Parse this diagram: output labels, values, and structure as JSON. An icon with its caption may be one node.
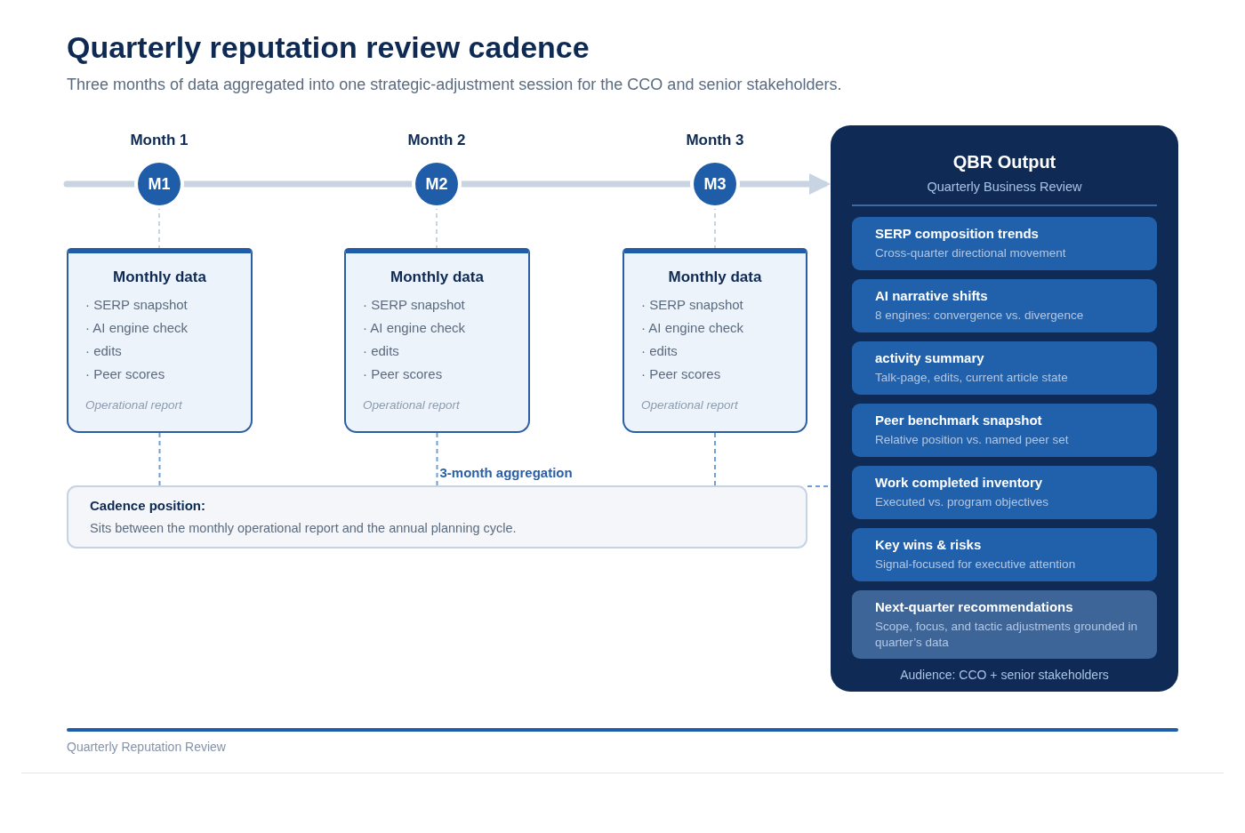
{
  "diagram": {
    "title": "Quarterly reputation review cadence",
    "caption": "Three months of data aggregated into one strategic-adjustment session for the CCO and senior stakeholders.",
    "nodes": [
      {
        "text": [
          "M1"
        ],
        "beside": [
          "Month 1"
        ]
      },
      {
        "text": [
          "M2"
        ],
        "beside": [
          "Month 2"
        ]
      },
      {
        "text": [
          "M3"
        ],
        "beside": [
          "Month 3"
        ]
      },
      {
        "text": [
          "Monthly data",
          "· SERP snapshot",
          "· AI engine check",
          "· edits",
          "· Peer scores",
          "Operational report"
        ]
      },
      {
        "text": [
          "Monthly data",
          "· SERP snapshot",
          "· AI engine check",
          "· edits",
          "· Peer scores",
          "Operational report"
        ]
      },
      {
        "text": [
          "Monthly data",
          "· SERP snapshot",
          "· AI engine check",
          "· edits",
          "· Peer scores",
          "Operational report"
        ]
      },
      {
        "text": [
          "Cadence position:",
          "Sits between the monthly operational report and the annual planning cycle."
        ]
      },
      {
        "text": [
          "QBR Output",
          "Quarterly Business Review",
          "Audience: CCO + senior stakeholders"
        ]
      },
      {
        "text": [
          "SERP composition trends",
          "Cross-quarter directional movement"
        ],
        "in": 7
      },
      {
        "text": [
          "AI narrative shifts",
          "8 engines: convergence vs. divergence"
        ],
        "in": 7
      },
      {
        "text": [
          "activity summary",
          "Talk-page, edits, current article state"
        ],
        "in": 7
      },
      {
        "text": [
          "Peer benchmark snapshot",
          "Relative position vs. named peer set"
        ],
        "in": 7
      },
      {
        "text": [
          "Work completed inventory",
          "Executed vs. program objectives"
        ],
        "in": 7
      },
      {
        "text": [
          "Key wins & risks",
          "Signal-focused for executive attention"
        ],
        "in": 7
      },
      {
        "text": [
          "Next-quarter recommendations",
          "Scope, focus, and tactic adjustments grounded in quarter’s data"
        ],
        "in": 7
      }
    ],
    "edges": [
      {
        "from": null,
        "to": 0,
        "arrow": "none",
        "style": "thick"
      },
      {
        "from": 0,
        "to": 1,
        "arrow": "none",
        "style": "thick"
      },
      {
        "from": 1,
        "to": 2,
        "arrow": "none",
        "style": "thick"
      },
      {
        "from": 2,
        "to": 7,
        "arrow": "to",
        "style": "thick"
      },
      {
        "from": 0,
        "to": 3,
        "arrow": "none",
        "style": "dashed"
      },
      {
        "from": 1,
        "to": 4,
        "arrow": "none",
        "style": "dashed"
      },
      {
        "from": 2,
        "to": 5,
        "arrow": "none",
        "style": "dashed"
      },
      {
        "from": 3,
        "to": 6,
        "arrow": "none",
        "style": "dashed",
        "color": "#6f9fd8"
      },
      {
        "from": 4,
        "to": 6,
        "arrow": "none",
        "style": "dashed",
        "color": "#6f9fd8",
        "label": "3-month aggregation"
      },
      {
        "from": 5,
        "to": 6,
        "arrow": "none",
        "style": "dashed",
        "color": "#6f9fd8"
      },
      {
        "from": 6,
        "to": 7,
        "arrow": "none",
        "style": "dashed",
        "color": "#6f9fd8"
      }
    ],
    "labels": [
      "Quarterly Reputation Review"
    ]
  }
}
